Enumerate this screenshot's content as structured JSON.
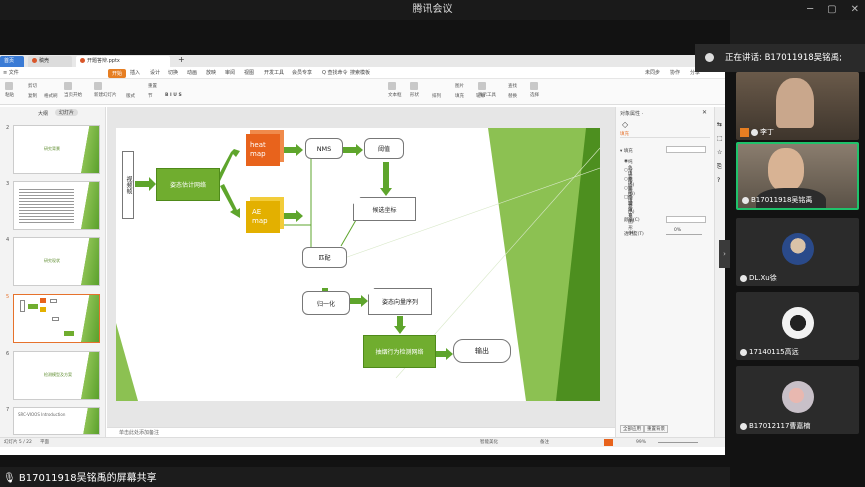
{
  "window": {
    "title": "腾讯会议",
    "controls": [
      "─",
      "▢",
      "✕"
    ]
  },
  "presenter": {
    "speaking_label": "正在讲话: B17011918吴铭禹;",
    "share_label": "B17011918吴铭禹的屏幕共享"
  },
  "wps": {
    "tabs": {
      "home": "首页",
      "t2": "稿壳",
      "t3": "开题答辩.pptx"
    },
    "menu": {
      "file": "≡ 文件",
      "start": "开始",
      "insert": "插入",
      "design": "设计",
      "switch": "切换",
      "anim": "动画",
      "show": "放映",
      "review": "审阅",
      "view": "视图",
      "dev": "开发工具",
      "member": "会员专享",
      "search": "Q 查找命令",
      "template": "搜索模板",
      "sync": "未同步",
      "collab": "协作",
      "share": "分享"
    },
    "ribbon": {
      "paste": "粘贴",
      "cut": "剪切",
      "copy": "复制",
      "format": "格式刷",
      "from_current": "当页开始",
      "new_slide": "新建幻灯片",
      "layout": "版式",
      "section": "节",
      "reset": "重置",
      "textbox": "文本框",
      "shape": "形状",
      "arrange": "排列",
      "picture": "图片",
      "fill": "填充",
      "outline": "轮廓",
      "tools": "演示工具",
      "find": "查找",
      "replace": "替换",
      "select": "选择"
    },
    "left_pane": {
      "outline_tab": "大纲",
      "slides_tab": "幻灯片",
      "thumbs": [
        {
          "num": "2",
          "text": "研究背景"
        },
        {
          "num": "3",
          "text": ""
        },
        {
          "num": "4",
          "text": "研究现状"
        },
        {
          "num": "5",
          "text": ""
        },
        {
          "num": "6",
          "text": "检测模型及方案"
        },
        {
          "num": "7",
          "text": "SRC-VIOOS Introduction"
        }
      ]
    },
    "slide": {
      "video": "视频帧",
      "pose_net": "姿态估计网络",
      "heat": "heat map",
      "ae": "AE map",
      "nms": "NMS",
      "threshold": "阈值",
      "candidate": "候选坐标",
      "match": "匹配",
      "normalize": "归一化",
      "vector_seq": "姿态向量序列",
      "detect_net": "抽烟行为检测网络",
      "output": "输出"
    },
    "right_pane": {
      "title": "对象属性 ·",
      "fill_tab": "填充",
      "fill_section": "▾ 填充",
      "opt1": "纯色填充(S)",
      "opt2": "渐变填充(G)",
      "opt3": "图片或纹理填充(P)",
      "opt4": "图案填充(A)",
      "opt5": "隐藏背景图形(H)",
      "color": "颜色(C)",
      "transparency": "透明度(T)",
      "trans_value": "0%",
      "apply_all": "全部应用",
      "reset_bg": "重置背景"
    },
    "notes": "单击此处添加备注",
    "status": {
      "slide_num": "幻灯片 5 / 22",
      "theme": "平面",
      "smart": "智能美化",
      "notes_btn": "备注",
      "zoom": "99%"
    }
  },
  "participants": [
    {
      "name": "李丁"
    },
    {
      "name": "B17011918吴铭禹"
    },
    {
      "name": "DL.Xu徐"
    },
    {
      "name": "17140115高远"
    },
    {
      "name": "B17012117曹嘉楠"
    }
  ],
  "colors": {
    "accent_green": "#70ad2f",
    "heat_orange": "#e8631c",
    "ae_yellow": "#e3b000",
    "active_border": "#1fc26b"
  }
}
